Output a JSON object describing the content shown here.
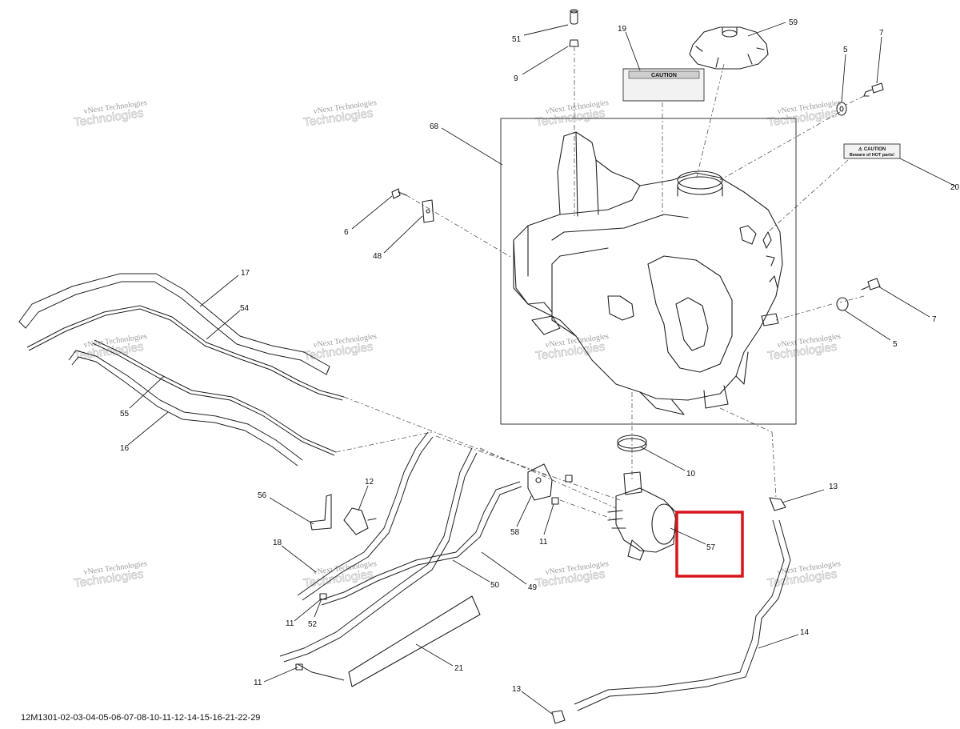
{
  "diagram": {
    "reference_code": "12M1301-02-03-04-05-06-07-08-10-11-12-14-15-16-21-22-29",
    "highlight_color": "#d9141b",
    "watermark": {
      "line1": "vNext Technologies",
      "line2": "Technologies"
    },
    "labels": {
      "caution_sticker": "CAUTION",
      "warning_sticker_line1": "⚠ CAUTION",
      "warning_sticker_line2": "Beware of HOT parts!"
    },
    "callouts": [
      "51",
      "9",
      "19",
      "59",
      "7",
      "5",
      "68",
      "20",
      "6",
      "48",
      "17",
      "54",
      "55",
      "16",
      "7",
      "5",
      "10",
      "13",
      "56",
      "12",
      "58",
      "11",
      "57",
      "18",
      "11",
      "52",
      "50",
      "49",
      "14",
      "21",
      "11",
      "13"
    ]
  }
}
